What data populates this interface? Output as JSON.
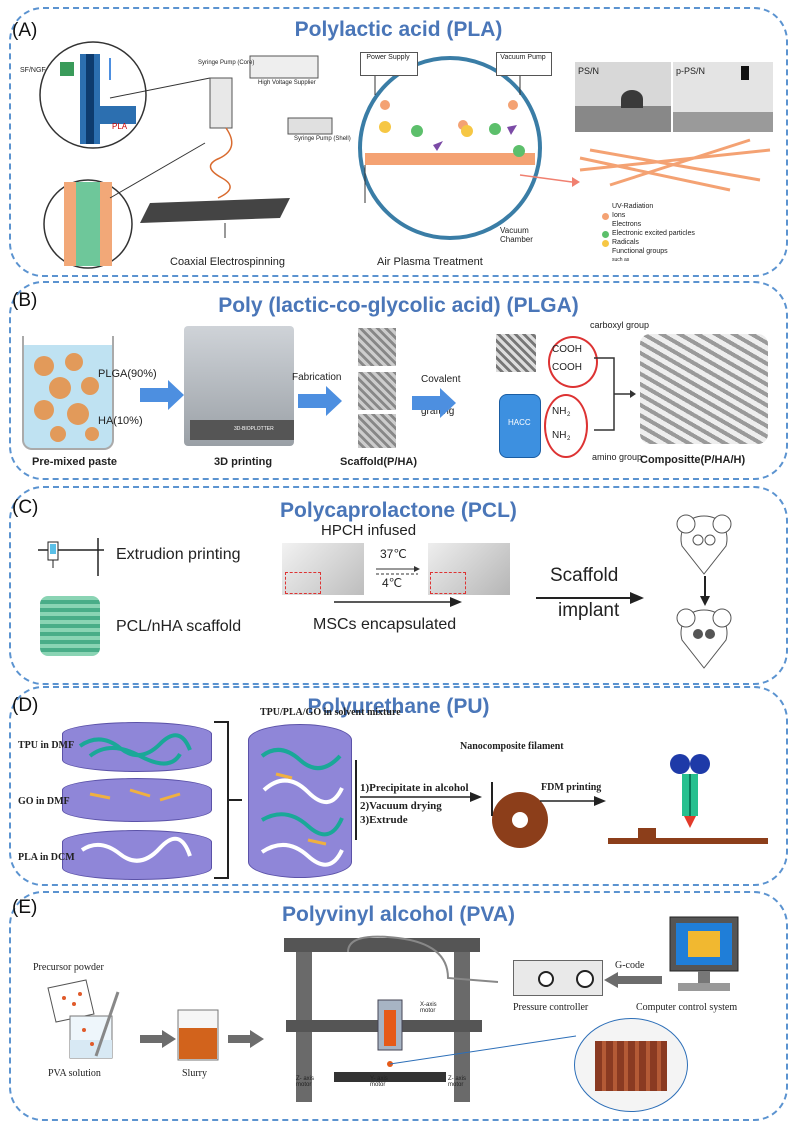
{
  "panel_a": {
    "label": "(A)",
    "title": "Polylactic acid (PLA)",
    "sf_ngf": "SF/NGF",
    "pla": "PLA",
    "syringe_core": "Syringe Pump (Core)",
    "high_voltage": "High Voltage Supplier",
    "syringe_shell": "Syringe Pump (Shell)",
    "coaxial": "Coaxial Electrospinning",
    "power_supply": "Power Supply",
    "vacuum_pump": "Vacuum Pump",
    "air_plasma": "Air Plasma Treatment",
    "vacuum_chamber": "Vacuum Chamber",
    "ps_n": "PS/N",
    "p_ps_n": "p-PS/N",
    "legend": [
      "UV-Radiation",
      "Ions",
      "Electrons",
      "Electronic excited particles",
      "Radicals",
      "Functional groups"
    ],
    "such_as": "such as"
  },
  "panel_b": {
    "label": "(B)",
    "title": "Poly (lactic-co-glycolic acid) (PLGA)",
    "plga": "PLGA(90%)",
    "ha": "HA(10%)",
    "premixed": "Pre-mixed paste",
    "printing": "3D printing",
    "bioplotter": "3D-BIOPLOTTER",
    "fabrication": "Fabrication",
    "scaffold": "Scaffold(P/HA)",
    "covalent": "Covalent",
    "grafting": "grafting",
    "carboxyl": "carboxyl group",
    "cooh1": "COOH",
    "cooh2": "COOH",
    "hacc": "HACC",
    "nh2a": "NH",
    "nh2b": "NH",
    "amino": "amino group",
    "composite": "Compositte(P/HA/H)"
  },
  "panel_c": {
    "label": "(C)",
    "title": "Polycaprolactone (PCL)",
    "hpch": "HPCH infused",
    "extrusion": "Extrudion printing",
    "t37": "37℃",
    "t4": "4℃",
    "scaffold": "PCL/nHA scaffold",
    "mscs": "MSCs encapsulated",
    "implant1": "Scaffold",
    "implant2": "implant"
  },
  "panel_d": {
    "label": "(D)",
    "title": "Polyurethane (PU)",
    "tpu": "TPU in DMF",
    "go": "GO in DMF",
    "pla": "PLA in DCM",
    "mixture": "TPU/PLA/GO in solvent mixture",
    "step1": "1)Precipitate in alcohol",
    "step2": "2)Vacuum drying",
    "step3": "3)Extrude",
    "filament": "Nanocomposite filament",
    "fdm": "FDM printing"
  },
  "panel_e": {
    "label": "(E)",
    "title": "Polyvinyl alcohol (PVA)",
    "precursor": "Precursor powder",
    "pva": "PVA solution",
    "slurry": "Slurry",
    "xaxis": "X-axis motor",
    "zaxis1": "Z- axis motor",
    "yaxis": "Y- axis motor",
    "zaxis2": "Z- axis motor",
    "gcode": "G-code",
    "pressure": "Pressure controller",
    "computer": "Computer control system"
  },
  "colors": {
    "border": "#5b93d0",
    "title": "#4a76b8",
    "arrow": "#4d8fe0"
  }
}
